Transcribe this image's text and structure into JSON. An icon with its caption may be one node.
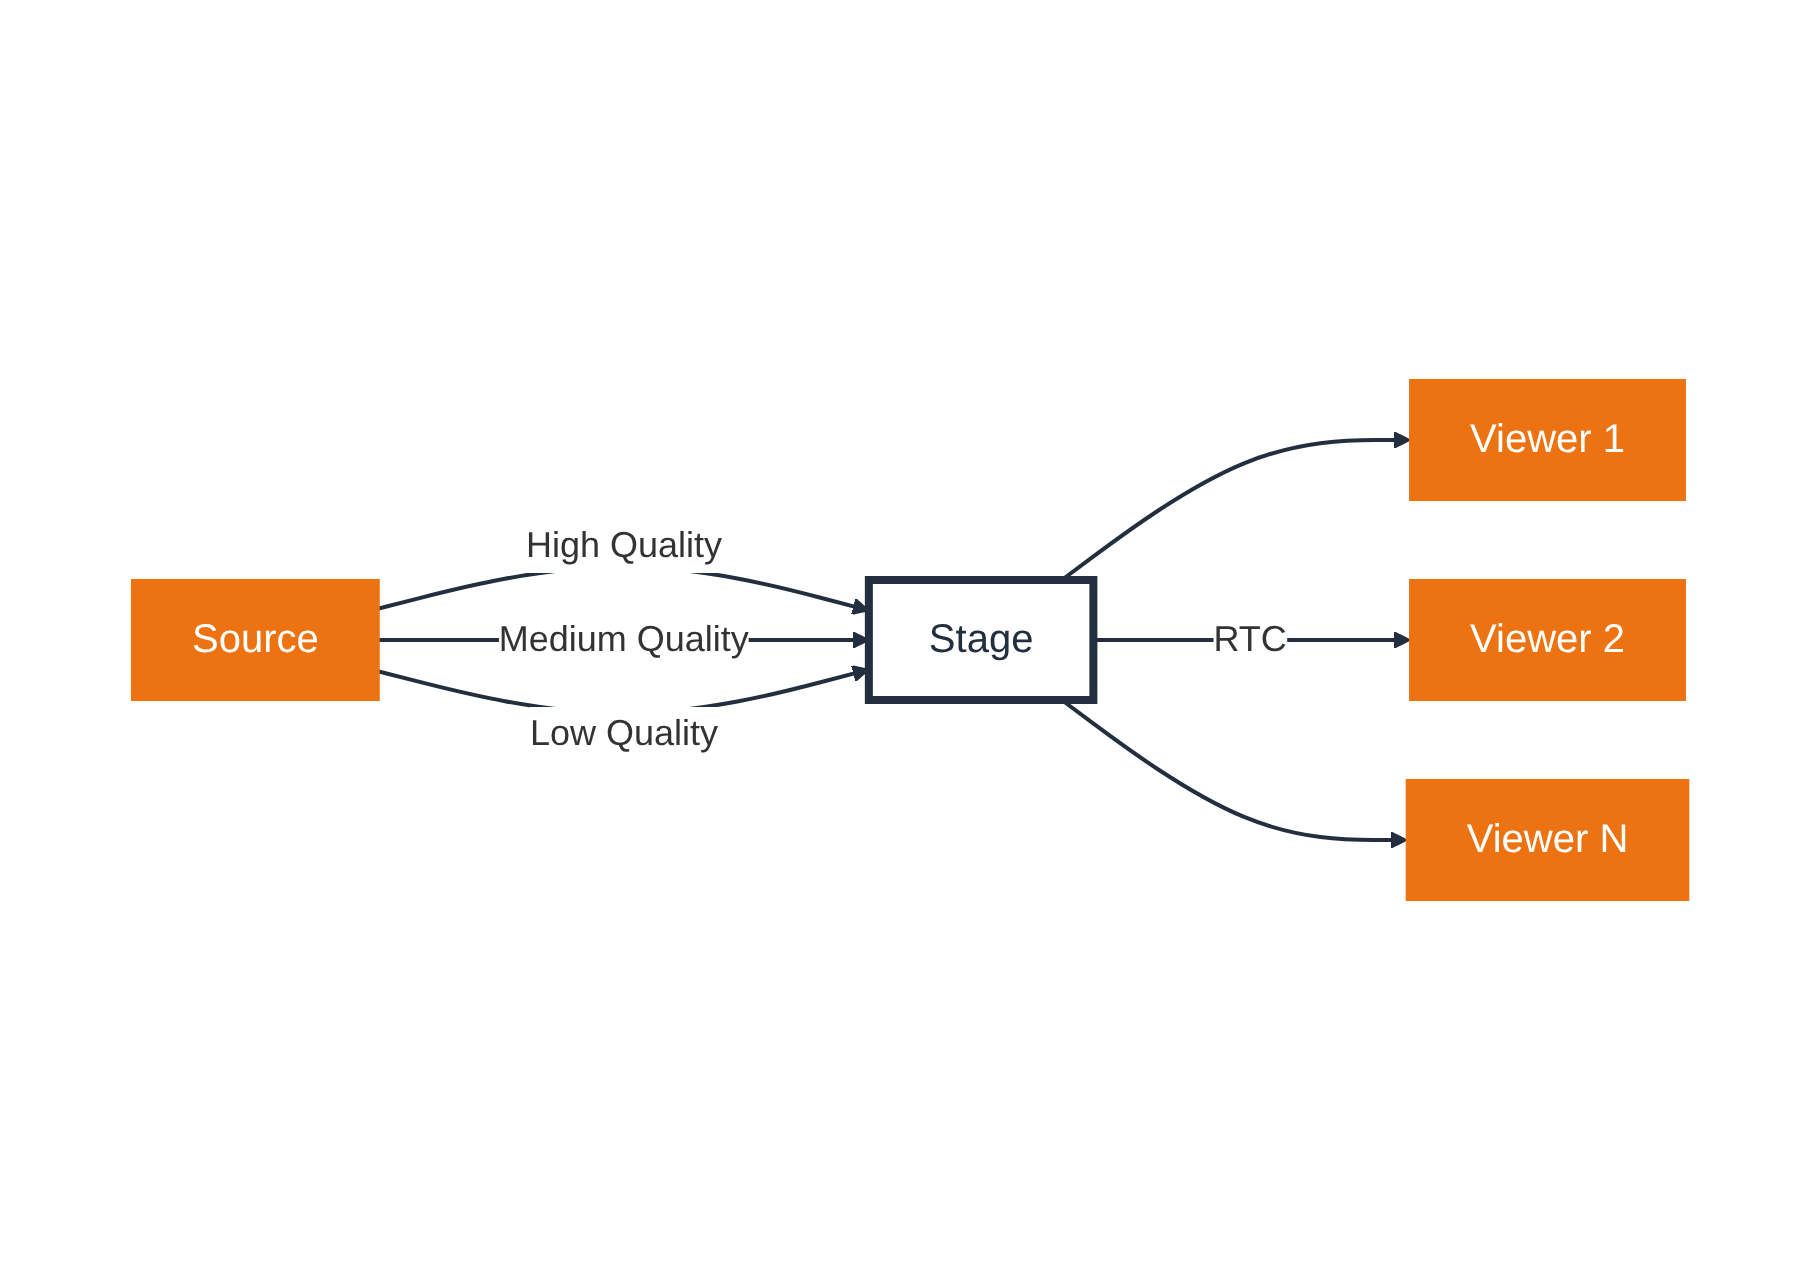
{
  "diagram": {
    "nodes": [
      {
        "text": [
          "Source"
        ]
      },
      {
        "text": [
          "Stage"
        ]
      },
      {
        "text": [
          "Viewer 1"
        ]
      },
      {
        "text": [
          "Viewer 2"
        ]
      },
      {
        "text": [
          "Viewer N"
        ]
      }
    ],
    "edges": [
      {
        "from": 0,
        "to": 1,
        "arrow": "to",
        "label": "High Quality"
      },
      {
        "from": 0,
        "to": 1,
        "arrow": "to",
        "label": "Medium Quality"
      },
      {
        "from": 0,
        "to": 1,
        "arrow": "to",
        "label": "Low Quality"
      },
      {
        "from": 1,
        "to": 2,
        "arrow": "to"
      },
      {
        "from": 1,
        "to": 3,
        "arrow": "to",
        "label": "RTC"
      },
      {
        "from": 1,
        "to": 4,
        "arrow": "to"
      }
    ]
  }
}
